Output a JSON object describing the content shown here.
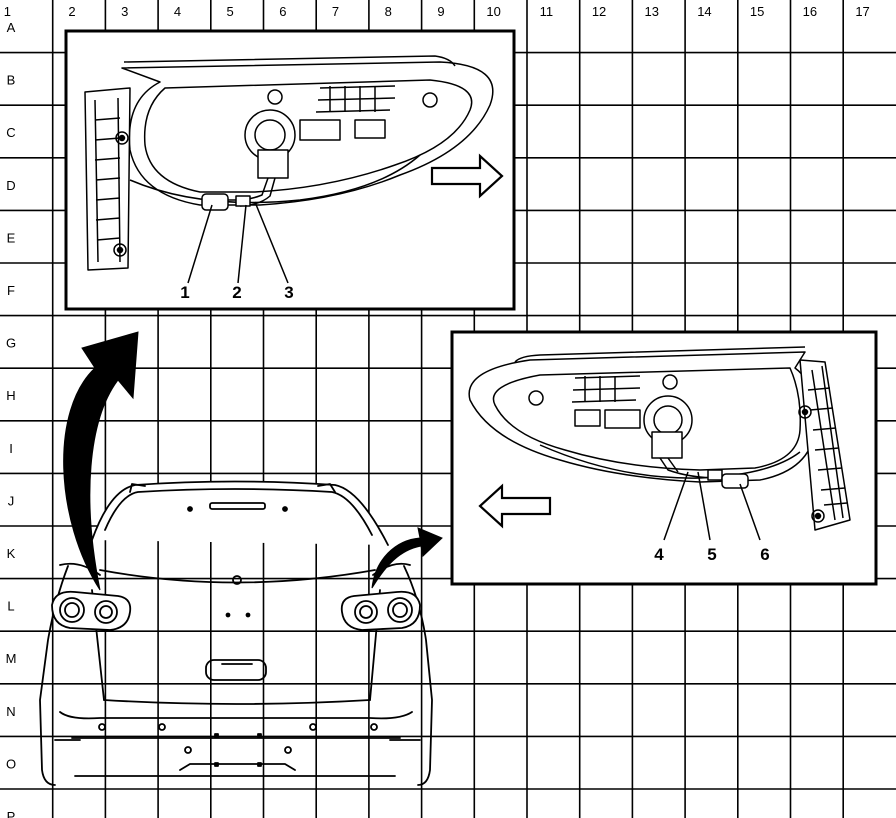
{
  "grid": {
    "columns": [
      "1",
      "2",
      "3",
      "4",
      "5",
      "6",
      "7",
      "8",
      "9",
      "10",
      "11",
      "12",
      "13",
      "14",
      "15",
      "16",
      "17"
    ],
    "rows": [
      "A",
      "B",
      "C",
      "D",
      "E",
      "F",
      "G",
      "H",
      "I",
      "J",
      "K",
      "L",
      "M",
      "N",
      "O",
      "P"
    ]
  },
  "callouts": {
    "left_detail": [
      "1",
      "2",
      "3"
    ],
    "right_detail": [
      "4",
      "5",
      "6"
    ]
  },
  "colors": {
    "ink": "#000000",
    "paper": "#ffffff"
  }
}
